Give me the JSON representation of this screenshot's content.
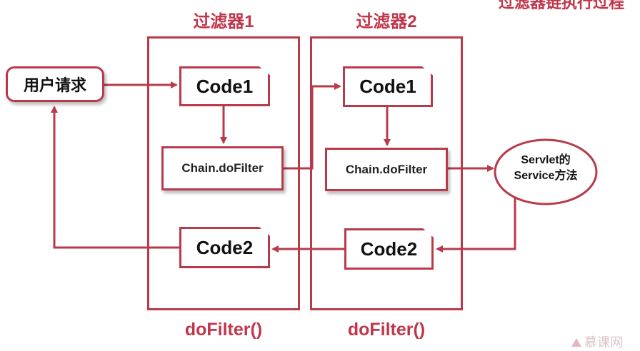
{
  "top_corner_text": "过滤器链执行过程",
  "request_label": "用户请求",
  "filters": [
    {
      "title": "过滤器1",
      "code1": "Code1",
      "chain": "Chain.doFilter",
      "code2": "Code2",
      "method": "doFilter()"
    },
    {
      "title": "过滤器2",
      "code1": "Code1",
      "chain": "Chain.doFilter",
      "code2": "Code2",
      "method": "doFilter()"
    }
  ],
  "servlet_line1": "Servlet的",
  "servlet_line2": "Service方法",
  "watermark": "慕课网",
  "colors": {
    "accent": "#b83a4b"
  }
}
